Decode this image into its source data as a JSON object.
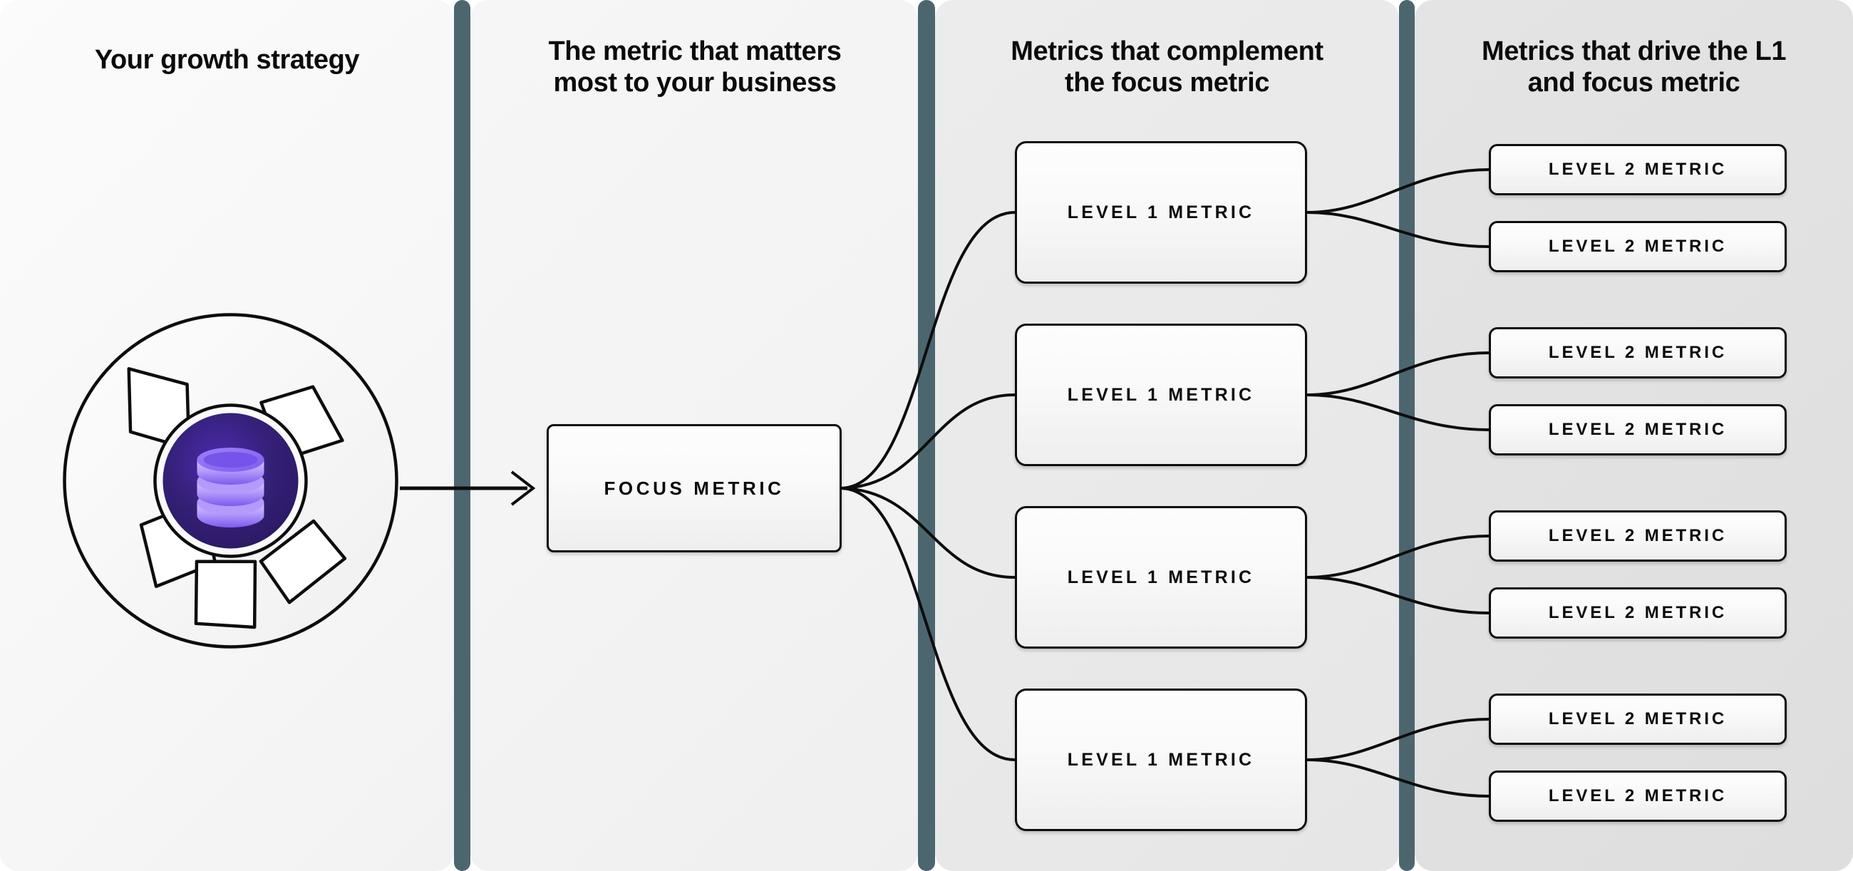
{
  "diagram": {
    "title_row": [
      {
        "id": "col-1",
        "lines": [
          "Your growth strategy"
        ]
      },
      {
        "id": "col-2",
        "lines": [
          "The metric that matters",
          "most to your business"
        ]
      },
      {
        "id": "col-3",
        "lines": [
          "Metrics that complement",
          "the focus metric"
        ]
      },
      {
        "id": "col-4",
        "lines": [
          "Metrics that drive the L1",
          "and focus metric"
        ]
      }
    ],
    "strategy": {
      "icon_name": "database-stack-icon",
      "ring_name": "segmented-pinwheel-ring"
    },
    "focus": {
      "label": "FOCUS METRIC"
    },
    "level1": [
      {
        "label": "LEVEL 1 METRIC"
      },
      {
        "label": "LEVEL 1 METRIC"
      },
      {
        "label": "LEVEL 1 METRIC"
      },
      {
        "label": "LEVEL 1 METRIC"
      }
    ],
    "level2": [
      {
        "label": "LEVEL 2 METRIC"
      },
      {
        "label": "LEVEL 2 METRIC"
      },
      {
        "label": "LEVEL 2 METRIC"
      },
      {
        "label": "LEVEL 2 METRIC"
      },
      {
        "label": "LEVEL 2 METRIC"
      },
      {
        "label": "LEVEL 2 METRIC"
      },
      {
        "label": "LEVEL 2 METRIC"
      },
      {
        "label": "LEVEL 2 METRIC"
      }
    ],
    "colors": {
      "divider": "#4c666f",
      "panel_1_bg": "#f8f8f8",
      "panel_2_bg": "#f3f3f3",
      "panel_3_bg": "#e9e9e9",
      "panel_4_bg": "#e1e1e1",
      "box_border": "#0d0d0d",
      "text": "#0b0b0b",
      "icon_core_dark": "#2c1a6b",
      "icon_core_light": "#4526a8",
      "icon_disc_light": "#c9b6ff",
      "icon_disc_mid": "#8b6df0",
      "icon_disc_deep": "#6d4ae0"
    }
  }
}
